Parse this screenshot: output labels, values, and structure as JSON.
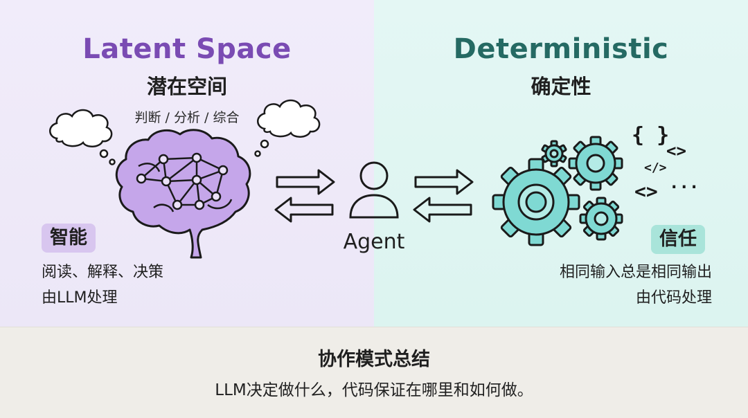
{
  "left": {
    "title_en": "Latent Space",
    "title_cn": "潜在空间",
    "thought_label": "判断 / 分析 / 综合",
    "badge": "智能",
    "desc_lines": [
      "阅读、解释、决策",
      "由LLM处理"
    ]
  },
  "right": {
    "title_en": "Deterministic",
    "title_cn": "确定性",
    "badge": "信任",
    "desc_lines": [
      "相同输入总是相同输出",
      "由代码处理"
    ],
    "code_symbols": [
      "{ }",
      "<>",
      "</>",
      "<>",
      "..."
    ]
  },
  "center": {
    "agent_label": "Agent"
  },
  "footer": {
    "title": "协作模式总结",
    "subtitle": "LLM决定做什么，代码保证在哪里和如何做。"
  },
  "colors": {
    "purple_accent": "#7a4bb3",
    "teal_accent": "#256a63",
    "brain_fill": "#c5a6ea",
    "gear_fill": "#7fd9d3"
  }
}
